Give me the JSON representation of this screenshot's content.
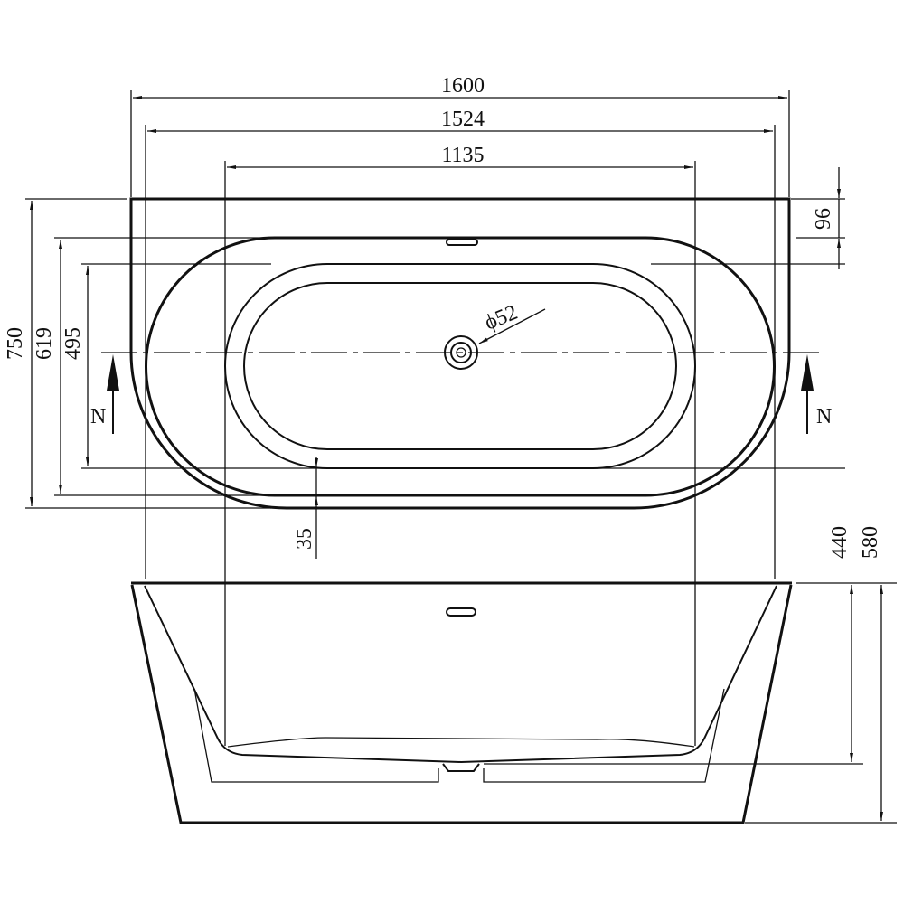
{
  "dimensions": {
    "overall_length": "1600",
    "rim_length": "1524",
    "basin_length": "1135",
    "overall_width": "750",
    "rim_width": "619",
    "basin_width": "495",
    "back_offset": "96",
    "rim_offset": "35",
    "drain_diameter": "ϕ52",
    "inner_depth": "440",
    "overall_height": "580"
  },
  "section_markers": {
    "left": "N",
    "right": "N"
  },
  "colors": {
    "line": "#111111",
    "background": "#ffffff"
  }
}
